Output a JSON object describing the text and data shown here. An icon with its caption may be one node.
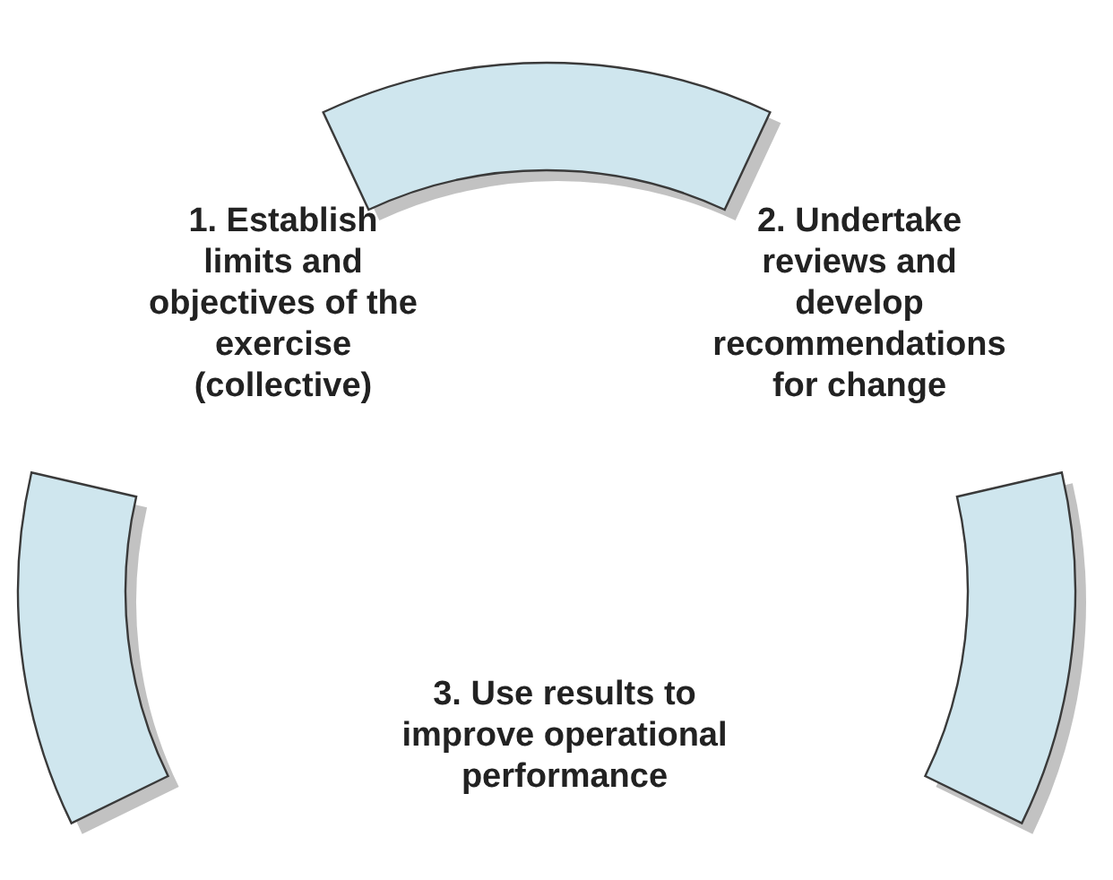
{
  "diagram": {
    "nodes": [
      {
        "text": [],
        "shape": "arc"
      },
      {
        "text": [],
        "shape": "arc"
      },
      {
        "text": [],
        "shape": "arc"
      }
    ],
    "labels": [
      "1. Establish limits and objectives of the exercise (collective)",
      "2. Undertake reviews and develop recommendations for change",
      "3. Use results to improve operational performance"
    ]
  }
}
